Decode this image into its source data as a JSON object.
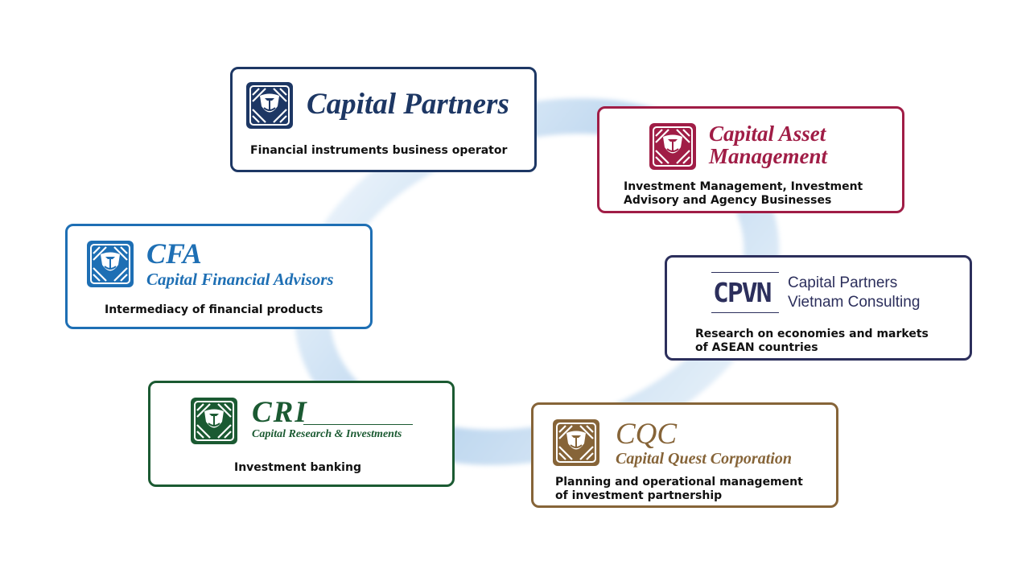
{
  "colors": {
    "ring": "#bcd6ee",
    "capital_partners": "#1d3764",
    "capital_asset": "#a01d46",
    "cfa": "#1e6fb4",
    "cpvn": "#2c2f5c",
    "cri": "#1b5a32",
    "cqc": "#866438"
  },
  "companies": [
    {
      "id": "capital_partners",
      "name": "Capital Partners",
      "description": "Financial instruments business operator",
      "icon": "lion-emblem-icon"
    },
    {
      "id": "capital_asset",
      "name_line1": "Capital Asset",
      "name_line2": "Management",
      "description": "Investment Management, Investment\nAdvisory and Agency Businesses",
      "icon": "lion-emblem-icon"
    },
    {
      "id": "cfa",
      "abbr": "CFA",
      "name": "Capital Financial Advisors",
      "description": "Intermediacy of financial products",
      "icon": "lion-emblem-icon"
    },
    {
      "id": "cpvn",
      "abbr": "CPVN",
      "name_line1": "Capital Partners",
      "name_line2": "Vietnam Consulting",
      "description": "Research on economies and markets\nof ASEAN countries"
    },
    {
      "id": "cri",
      "abbr": "CRI",
      "name": "Capital Research & Investments",
      "description": "Investment banking",
      "icon": "lion-emblem-icon"
    },
    {
      "id": "cqc",
      "abbr": "CQC",
      "name": "Capital Quest Corporation",
      "description": "Planning and operational management\nof investment partnership",
      "icon": "lion-emblem-icon"
    }
  ]
}
